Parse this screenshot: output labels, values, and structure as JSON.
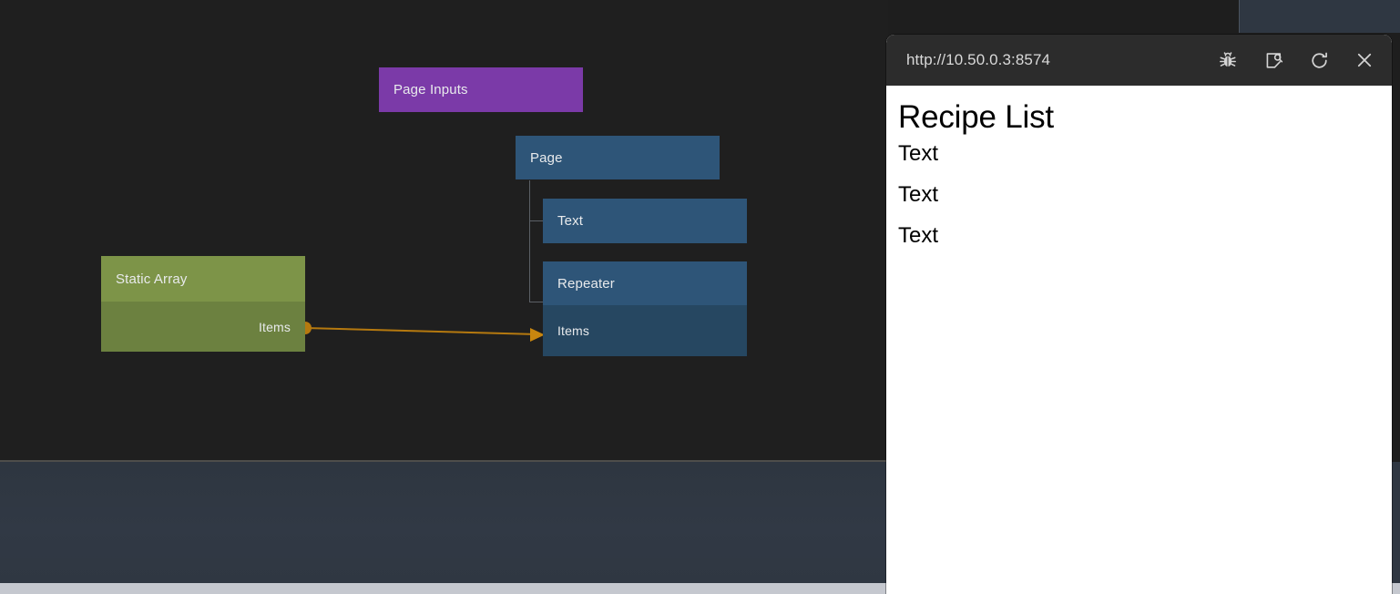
{
  "app": {
    "cut_off_label": "px",
    "canvas_bg": "#1f1f1f",
    "panel_bg": "#2f3742"
  },
  "graph": {
    "nodes": [
      {
        "id": "page-inputs",
        "title": "Page Inputs",
        "color": "#7b3aa8",
        "rows": []
      },
      {
        "id": "page",
        "title": "Page",
        "color": "#2e5578",
        "rows": []
      },
      {
        "id": "text",
        "title": "Text",
        "color": "#2e5578",
        "rows": []
      },
      {
        "id": "repeater",
        "title": "Repeater",
        "color": "#2e5578",
        "rows": [
          {
            "label": "Items",
            "side": "in"
          }
        ]
      },
      {
        "id": "static-array",
        "title": "Static Array",
        "color": "#7d9448",
        "rows": [
          {
            "label": "Items",
            "side": "out"
          }
        ]
      }
    ],
    "edges": [
      {
        "from_node": "static-array",
        "from_port": "Items",
        "to_node": "repeater",
        "to_port": "Items",
        "color": "#b5790f"
      }
    ]
  },
  "browser": {
    "url": "http://10.50.0.3:8574",
    "icons": [
      {
        "name": "bug-icon",
        "title": "Debug"
      },
      {
        "name": "inspect-page-icon",
        "title": "Inspect"
      },
      {
        "name": "refresh-icon",
        "title": "Reload"
      },
      {
        "name": "close-icon",
        "title": "Close"
      }
    ],
    "page": {
      "heading": "Recipe List",
      "items": [
        "Text",
        "Text",
        "Text"
      ]
    }
  }
}
